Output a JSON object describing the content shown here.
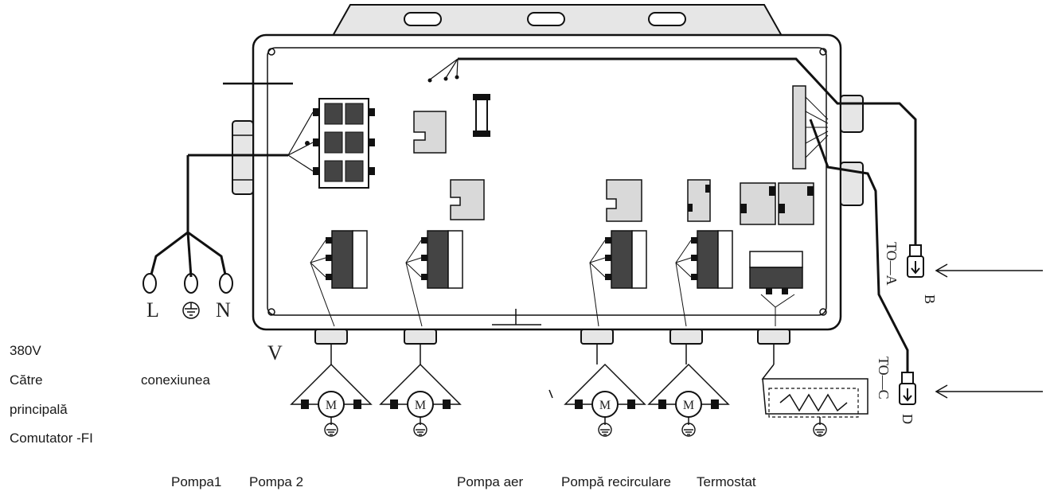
{
  "left_labels": {
    "voltage": "380V",
    "line2_left": "Către",
    "line2_right": "conexiunea",
    "line3": "principală",
    "line4": "Comutator -FI"
  },
  "pump_labels": [
    "Pompa1",
    "Pompa 2",
    "Pompa aer",
    "Pompă recirculare",
    "Termostat"
  ],
  "terminal_labels": {
    "L": "L",
    "N": "N",
    "V": "V"
  },
  "sensor_labels": {
    "to_a": "TO—A",
    "b": "B",
    "to_c": "TO—C",
    "d": "D"
  },
  "motor_symbol": "M",
  "colors": {
    "line": "#111111",
    "component": "#d9d9d9",
    "background": "#ffffff"
  }
}
